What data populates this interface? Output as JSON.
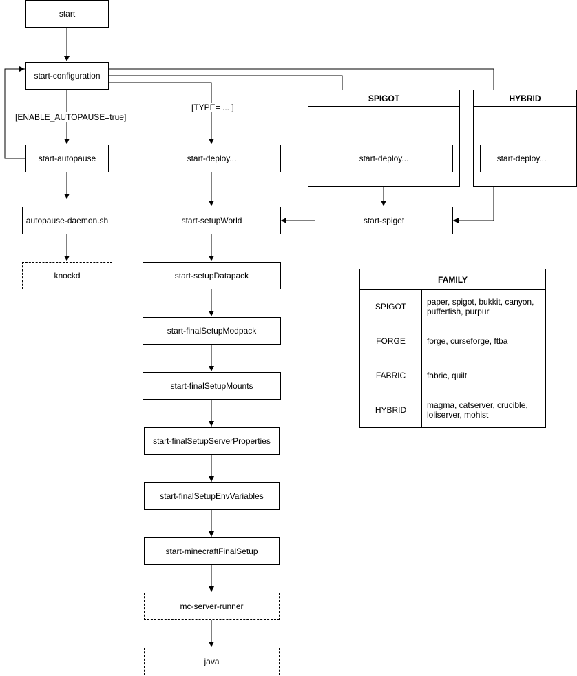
{
  "nodes": {
    "start": "start",
    "start_configuration": "start-configuration",
    "start_autopause": "start-autopause",
    "autopause_daemon": "autopause-daemon.sh",
    "knockd": "knockd",
    "start_deploy_main": "start-deploy...",
    "start_setupWorld": "start-setupWorld",
    "start_setupDatapack": "start-setupDatapack",
    "start_finalSetupModpack": "start-finalSetupModpack",
    "start_finalSetupMounts": "start-finalSetupMounts",
    "start_finalSetupServerProperties": "start-finalSetupServerProperties",
    "start_finalSetupEnvVariables": "start-finalSetupEnvVariables",
    "start_minecraftFinalSetup": "start-minecraftFinalSetup",
    "mc_server_runner": "mc-server-runner",
    "java": "java",
    "start_deploy_spigot": "start-deploy...",
    "start_deploy_hybrid": "start-deploy...",
    "start_spiget": "start-spiget"
  },
  "groups": {
    "spigot": "SPIGOT",
    "hybrid": "HYBRID"
  },
  "edge_labels": {
    "autopause_condition": "[ENABLE_AUTOPAUSE=true]",
    "type_condition": "[TYPE= ... ]"
  },
  "family_table": {
    "title": "FAMILY",
    "rows": [
      {
        "name": "SPIGOT",
        "members_line1": "paper, spigot, bukkit, canyon,",
        "members_line2": "pufferfish, purpur"
      },
      {
        "name": "FORGE",
        "members_line1": "forge, curseforge, ftba",
        "members_line2": ""
      },
      {
        "name": "FABRIC",
        "members_line1": "fabric, quilt",
        "members_line2": ""
      },
      {
        "name": "HYBRID",
        "members_line1": "magma, catserver, crucible,",
        "members_line2": "loliserver, mohist"
      }
    ]
  }
}
